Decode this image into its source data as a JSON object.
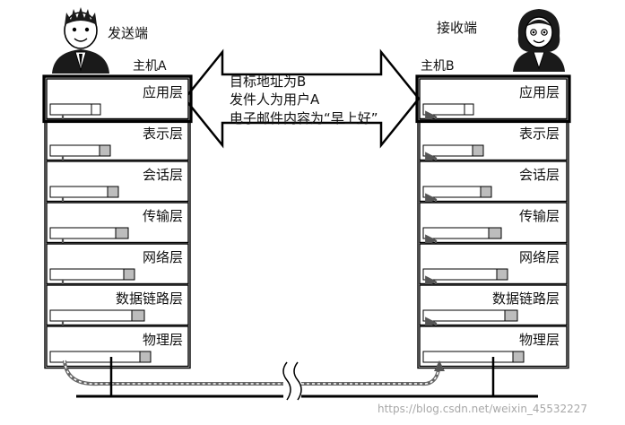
{
  "sender": {
    "role_label": "发送端",
    "host_label": "主机A"
  },
  "receiver": {
    "role_label": "接收端",
    "host_label": "主机B"
  },
  "layers": [
    "应用层",
    "表示层",
    "会话层",
    "传输层",
    "网络层",
    "数据链路层",
    "物理层"
  ],
  "message": {
    "lines": [
      "目标地址为B",
      "发件人为用户A",
      "电子邮件内容为“早上好”"
    ]
  },
  "watermark": "https://blog.csdn.net/weixin_45532227",
  "icons": {
    "sender": "man-avatar-icon",
    "receiver": "woman-avatar-icon",
    "break": "line-break-icon"
  },
  "colors": {
    "frame": "#000000",
    "packet_fill": "#ffffff",
    "header_fill": "#bdbdbd",
    "flow": "#555555"
  }
}
